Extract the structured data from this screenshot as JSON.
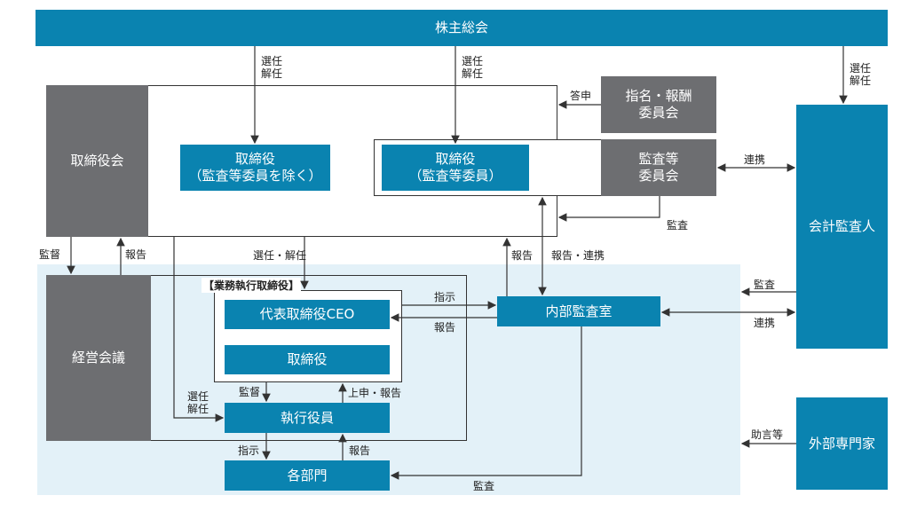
{
  "boxes": {
    "shareholders": "株主総会",
    "board": "取締役会",
    "nomination_committee": "指名・報酬\n委員会",
    "audit_committee": "監査等\n委員会",
    "directors_excl": "取締役\n（監査等委員を除く）",
    "directors_audit": "取締役\n（監査等委員）",
    "accounting_auditor": "会計監査人",
    "management_meeting": "経営会議",
    "ceo": "代表取締役CEO",
    "director": "取締役",
    "internal_audit": "内部監査室",
    "executive_officers": "執行役員",
    "departments": "各部門",
    "external_experts": "外部専門家",
    "exec_directors_title": "【業務執行取締役】"
  },
  "labels": {
    "elect_dismiss_1": "選任\n解任",
    "elect_dismiss_2": "選任\n解任",
    "elect_dismiss_3": "選任\n解任",
    "elect_dismiss_4": "選任\n解任",
    "report_answer": "答申",
    "cooperation_1": "連携",
    "cooperation_2": "連携",
    "audit_1": "監査",
    "audit_2": "監査",
    "audit_3": "監査",
    "supervise_1": "監督",
    "supervise_2": "監督",
    "report_1": "報告",
    "report_2": "報告",
    "report_3": "報告",
    "report_4": "報告",
    "elect_dismiss_inline": "選任・解任",
    "report_cooperation": "報告・連携",
    "instruction_1": "指示",
    "instruction_2": "指示",
    "report_up": "上申・報告",
    "advice": "助言等"
  }
}
